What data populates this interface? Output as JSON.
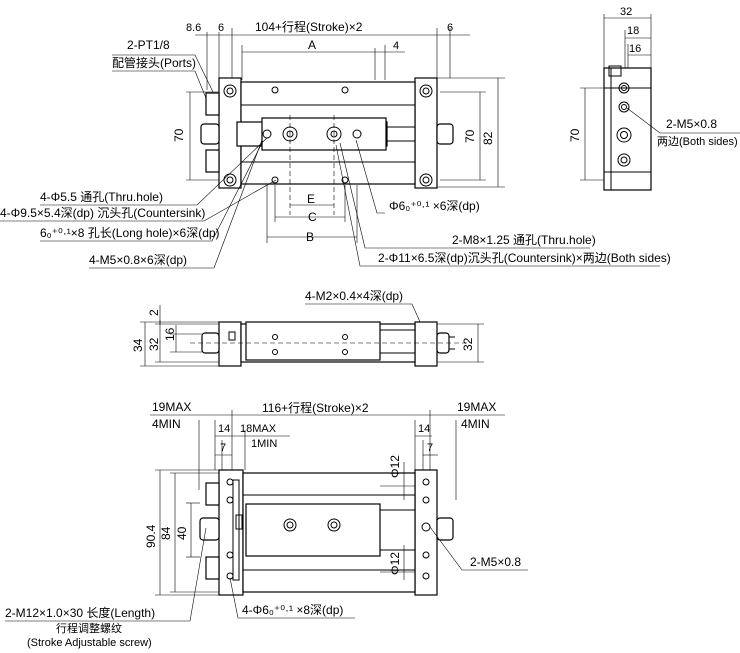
{
  "top_view": {
    "dim_8_6": "8.6",
    "dim_6_left": "6",
    "dim_stroke": "104+行程(Stroke)×2",
    "dim_6_right": "6",
    "dim_A": "A",
    "dim_4": "4",
    "ports_label": "2-PT1/8",
    "ports_sub": "配管接头(Ports)",
    "dim_70": "70",
    "dim_70_right": "70",
    "dim_82": "82",
    "dim_E": "E",
    "dim_C": "C",
    "dim_B": "B",
    "callout_thru": "4-Φ5.5 通孔(Thru.hole)",
    "callout_counter": "4-Φ9.5×5.4深(dp) 沉头孔(Countersink)",
    "callout_long": "6₀⁺⁰·¹×8 孔长(Long hole)×6深(dp)",
    "callout_m5": "4-M5×0.8×6深(dp)",
    "callout_phi6": "Φ6₀⁺⁰·¹ ×6深(dp)",
    "callout_m8": "2-M8×1.25 通孔(Thru.hole)",
    "callout_phi11": "2-Φ11×6.5深(dp)沉头孔(Countersink)×两边(Both sides)"
  },
  "side_view": {
    "dim_32": "32",
    "dim_18": "18",
    "dim_16": "16",
    "dim_70": "70",
    "callout_m5": "2-M5×0.8",
    "callout_sub": "两边(Both sides)"
  },
  "mid_view": {
    "dim_2": "2",
    "dim_16": "16",
    "dim_32": "32",
    "dim_34": "34",
    "dim_32_right": "32",
    "callout_m2": "4-M2×0.4×4深(dp)"
  },
  "bottom_view": {
    "left_19max": "19MAX",
    "left_4min": "4MIN",
    "dim_stroke": "116+行程(Stroke)×2",
    "right_19max": "19MAX",
    "right_4min": "4MIN",
    "dim_14_left": "14",
    "dim_18max": "18MAX",
    "dim_1min": "1MIN",
    "dim_7_left": "7",
    "dim_14_right": "14",
    "dim_7_right": "7",
    "dim_phi12_top": "Φ12",
    "dim_phi12_bot": "Φ12",
    "dim_90_4": "90.4",
    "dim_84": "84",
    "dim_40": "40",
    "callout_m5": "2-M5×0.8",
    "callout_m12": "2-M12×1.0×30 长度(Length)",
    "callout_m12_sub1": "行程调整螺纹",
    "callout_m12_sub2": "(Stroke Adjustable screw)",
    "callout_phi6": "4-Φ6₀⁺⁰·¹ ×8深(dp)"
  }
}
